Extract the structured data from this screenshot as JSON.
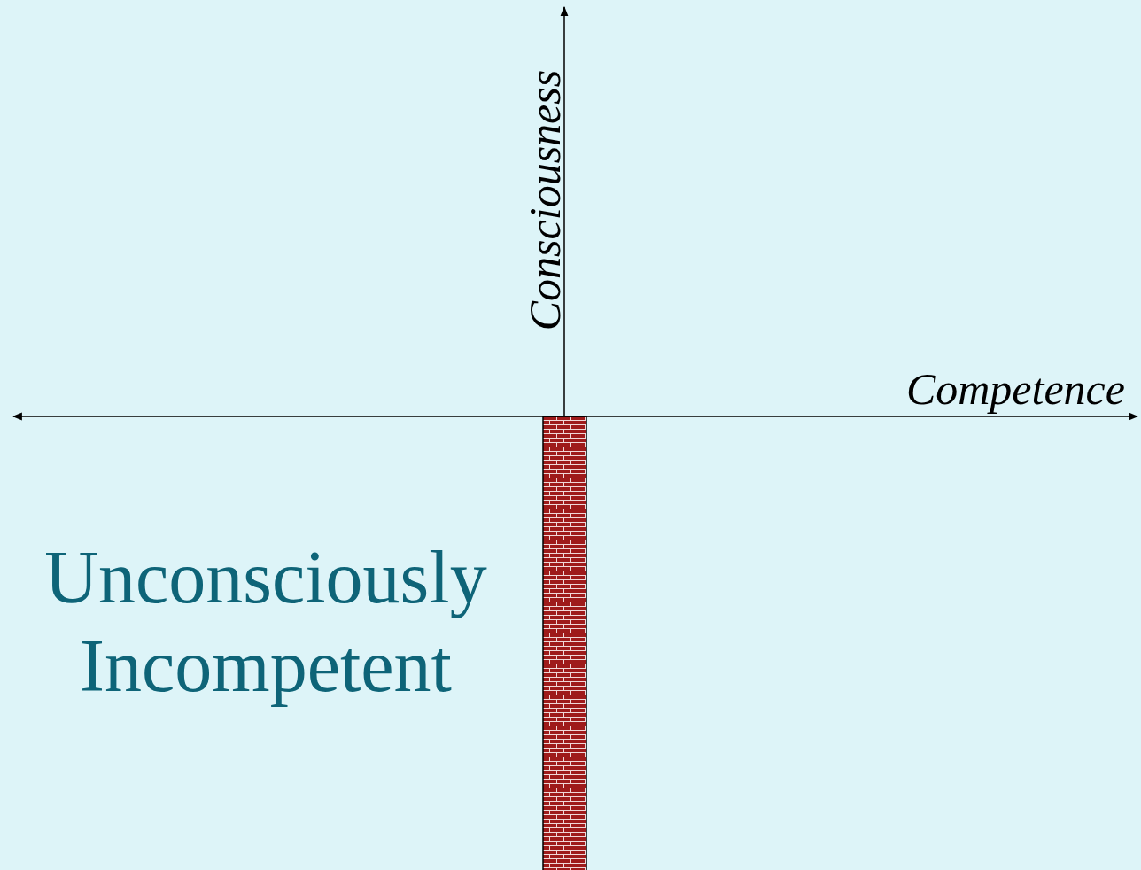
{
  "diagram": {
    "labels": [
      "Consciousness",
      "Competence",
      "Unconsciously Incompetent"
    ]
  }
}
